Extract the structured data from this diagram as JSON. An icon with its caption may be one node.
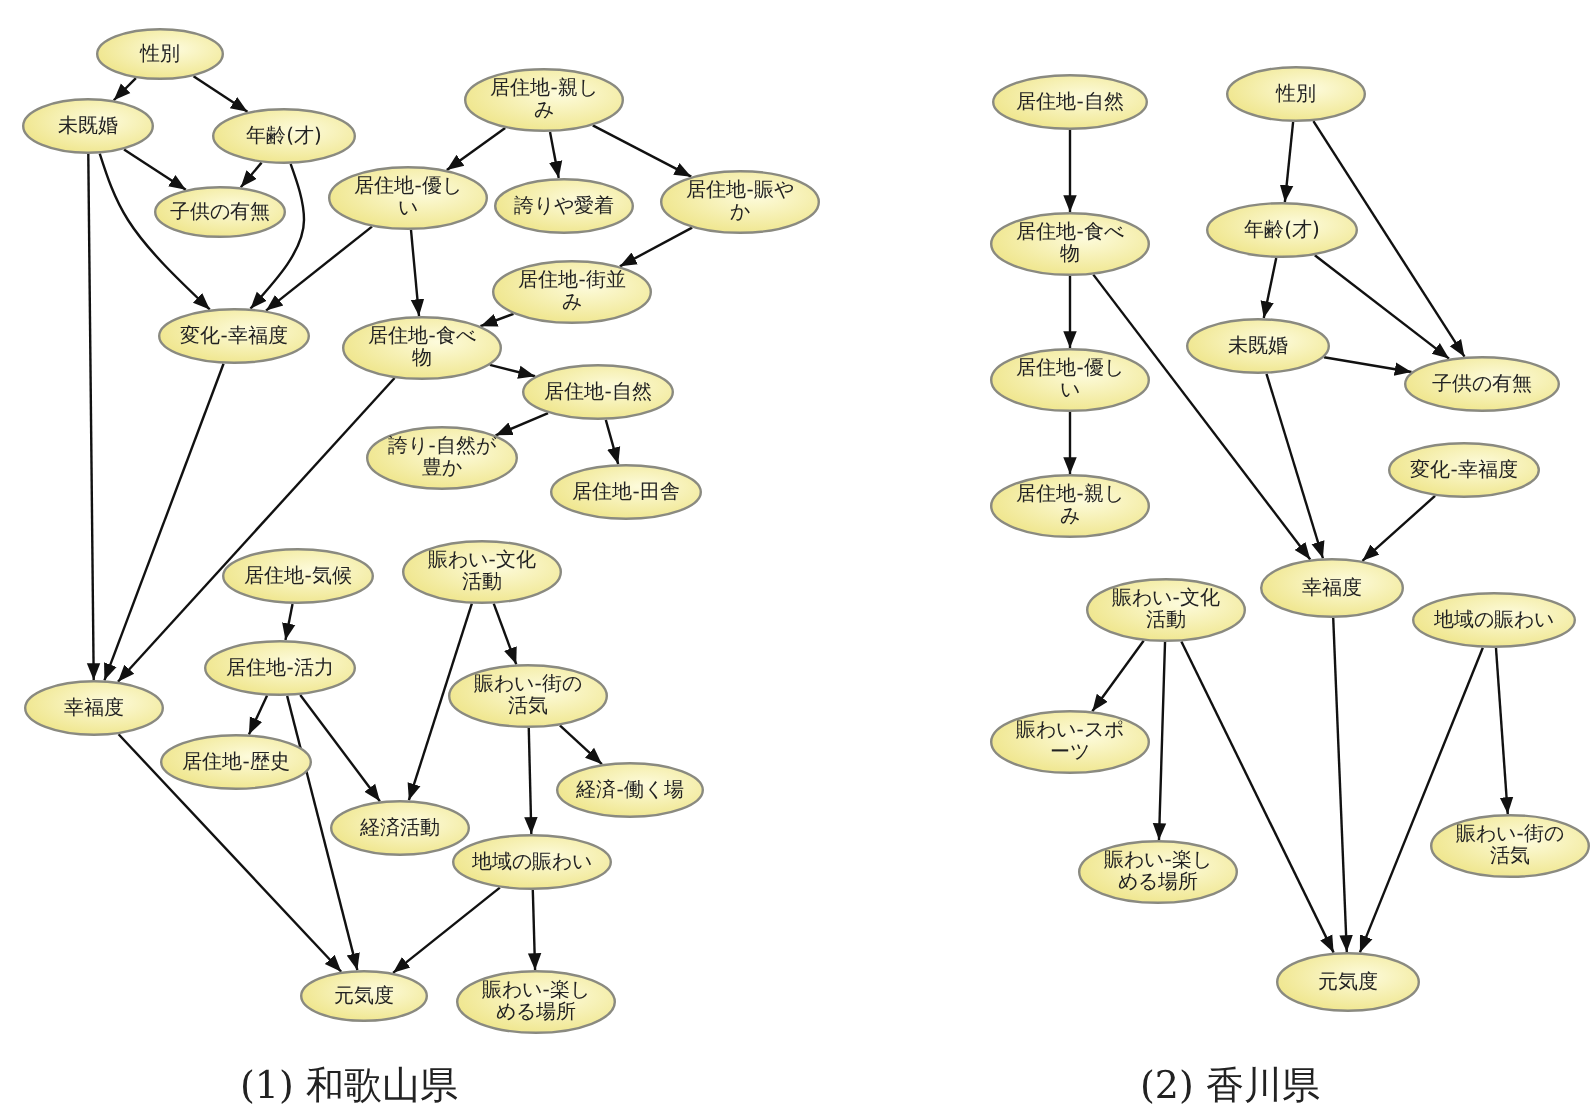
{
  "diagram": {
    "nodes": [
      {
        "text": [
          "性別"
        ]
      },
      {
        "text": [
          "未既婚"
        ]
      },
      {
        "text": [
          "年齢(才)"
        ]
      },
      {
        "text": [
          "子供の有無"
        ]
      },
      {
        "text": [
          "居住地-親しみ"
        ]
      },
      {
        "text": [
          "居住地-優しい"
        ]
      },
      {
        "text": [
          "誇りや愛着"
        ]
      },
      {
        "text": [
          "居住地-賑やか"
        ]
      },
      {
        "text": [
          "変化-幸福度"
        ]
      },
      {
        "text": [
          "居住地-街並み"
        ]
      },
      {
        "text": [
          "居住地-食べ物"
        ]
      },
      {
        "text": [
          "居住地-自然"
        ]
      },
      {
        "text": [
          "誇り-自然が豊か"
        ]
      },
      {
        "text": [
          "居住地-田舎"
        ]
      },
      {
        "text": [
          "居住地-気候"
        ]
      },
      {
        "text": [
          "賑わい-文化活動"
        ]
      },
      {
        "text": [
          "幸福度"
        ]
      },
      {
        "text": [
          "居住地-活力"
        ]
      },
      {
        "text": [
          "賑わい-街の活気"
        ]
      },
      {
        "text": [
          "居住地-歴史"
        ]
      },
      {
        "text": [
          "経済-働く場"
        ]
      },
      {
        "text": [
          "経済活動"
        ]
      },
      {
        "text": [
          "地域の賑わい"
        ]
      },
      {
        "text": [
          "元気度"
        ]
      },
      {
        "text": [
          "賑わい-楽しめる場所"
        ]
      },
      {
        "text": [
          "居住地-自然"
        ]
      },
      {
        "text": [
          "性別"
        ]
      },
      {
        "text": [
          "居住地-食べ物"
        ]
      },
      {
        "text": [
          "年齢(才)"
        ]
      },
      {
        "text": [
          "居住地-優しい"
        ]
      },
      {
        "text": [
          "未既婚"
        ]
      },
      {
        "text": [
          "子供の有無"
        ]
      },
      {
        "text": [
          "居住地-親しみ"
        ]
      },
      {
        "text": [
          "変化-幸福度"
        ]
      },
      {
        "text": [
          "賑わい-文化活動"
        ]
      },
      {
        "text": [
          "幸福度"
        ]
      },
      {
        "text": [
          "地域の賑わい"
        ]
      },
      {
        "text": [
          "賑わい-スポーツ"
        ]
      },
      {
        "text": [
          "賑わい-楽しめる場所"
        ]
      },
      {
        "text": [
          "賑わい-街の活気"
        ]
      },
      {
        "text": [
          "元気度"
        ]
      }
    ],
    "edges": [
      {
        "from": 0,
        "to": 1,
        "arrow": "to"
      },
      {
        "from": 0,
        "to": 2,
        "arrow": "to"
      },
      {
        "from": 1,
        "to": 3,
        "arrow": "to"
      },
      {
        "from": 2,
        "to": 3,
        "arrow": "to"
      },
      {
        "from": 1,
        "to": 8,
        "arrow": "to"
      },
      {
        "from": 2,
        "to": 8,
        "arrow": "to"
      },
      {
        "from": 1,
        "to": 16,
        "arrow": "to"
      },
      {
        "from": 4,
        "to": 5,
        "arrow": "to"
      },
      {
        "from": 4,
        "to": 6,
        "arrow": "to"
      },
      {
        "from": 4,
        "to": 7,
        "arrow": "to"
      },
      {
        "from": 5,
        "to": 8,
        "arrow": "to"
      },
      {
        "from": 5,
        "to": 10,
        "arrow": "to"
      },
      {
        "from": 7,
        "to": 9,
        "arrow": "to"
      },
      {
        "from": 9,
        "to": 10,
        "arrow": "to"
      },
      {
        "from": 10,
        "to": 11,
        "arrow": "to"
      },
      {
        "from": 10,
        "to": 16,
        "arrow": "to"
      },
      {
        "from": 11,
        "to": 12,
        "arrow": "to"
      },
      {
        "from": 11,
        "to": 13,
        "arrow": "to"
      },
      {
        "from": 8,
        "to": 16,
        "arrow": "to"
      },
      {
        "from": 14,
        "to": 17,
        "arrow": "to"
      },
      {
        "from": 17,
        "to": 19,
        "arrow": "to"
      },
      {
        "from": 17,
        "to": 21,
        "arrow": "to"
      },
      {
        "from": 17,
        "to": 23,
        "arrow": "to"
      },
      {
        "from": 15,
        "to": 21,
        "arrow": "to"
      },
      {
        "from": 15,
        "to": 18,
        "arrow": "to"
      },
      {
        "from": 18,
        "to": 20,
        "arrow": "to"
      },
      {
        "from": 18,
        "to": 22,
        "arrow": "to"
      },
      {
        "from": 16,
        "to": 23,
        "arrow": "to"
      },
      {
        "from": 22,
        "to": 23,
        "arrow": "to"
      },
      {
        "from": 22,
        "to": 24,
        "arrow": "to"
      },
      {
        "from": 25,
        "to": 27,
        "arrow": "to"
      },
      {
        "from": 27,
        "to": 29,
        "arrow": "to"
      },
      {
        "from": 29,
        "to": 32,
        "arrow": "to"
      },
      {
        "from": 27,
        "to": 35,
        "arrow": "to"
      },
      {
        "from": 26,
        "to": 28,
        "arrow": "to"
      },
      {
        "from": 26,
        "to": 31,
        "arrow": "to"
      },
      {
        "from": 28,
        "to": 30,
        "arrow": "to"
      },
      {
        "from": 28,
        "to": 31,
        "arrow": "to"
      },
      {
        "from": 30,
        "to": 31,
        "arrow": "to"
      },
      {
        "from": 30,
        "to": 35,
        "arrow": "to"
      },
      {
        "from": 33,
        "to": 35,
        "arrow": "to"
      },
      {
        "from": 34,
        "to": 37,
        "arrow": "to"
      },
      {
        "from": 34,
        "to": 38,
        "arrow": "to"
      },
      {
        "from": 34,
        "to": 40,
        "arrow": "to"
      },
      {
        "from": 35,
        "to": 40,
        "arrow": "to"
      },
      {
        "from": 36,
        "to": 40,
        "arrow": "to"
      },
      {
        "from": 36,
        "to": 39,
        "arrow": "to"
      }
    ],
    "labels": [
      "(1) 和歌山県",
      "(2) 香川県"
    ]
  }
}
